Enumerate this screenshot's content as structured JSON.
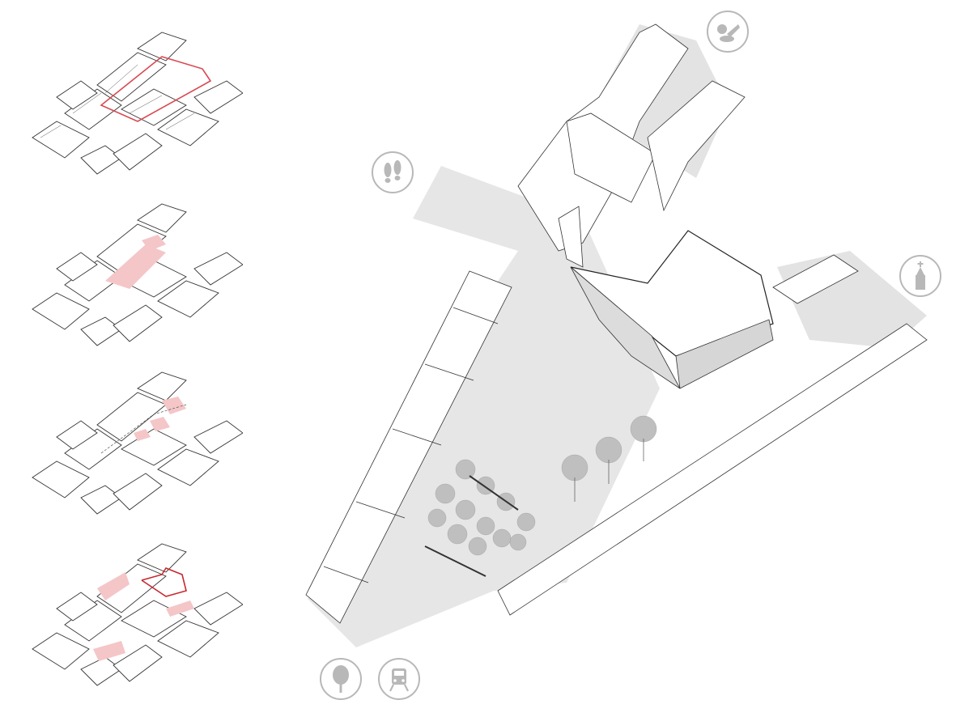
{
  "diagram": {
    "stages": [
      {
        "name": "stage-1-outline",
        "highlight": "outline"
      },
      {
        "name": "stage-2-fill",
        "highlight": "fill"
      },
      {
        "name": "stage-3-squares",
        "highlight": "squares"
      },
      {
        "name": "stage-4-mixed",
        "highlight": "mixed"
      }
    ],
    "icons": [
      {
        "name": "food-icon",
        "meaning": "produce"
      },
      {
        "name": "footprints-icon",
        "meaning": "pedestrian"
      },
      {
        "name": "church-icon",
        "meaning": "church"
      },
      {
        "name": "tree-icon",
        "meaning": "park"
      },
      {
        "name": "train-icon",
        "meaning": "train"
      }
    ],
    "colors": {
      "line": "#3a3a3a",
      "highlight_pink": "#f4c6c8",
      "highlight_red": "#c8282e",
      "plaza_gray": "#e6e6e6",
      "icon_gray": "#b8b8b8",
      "tree_gray": "#bfbfbf"
    }
  }
}
